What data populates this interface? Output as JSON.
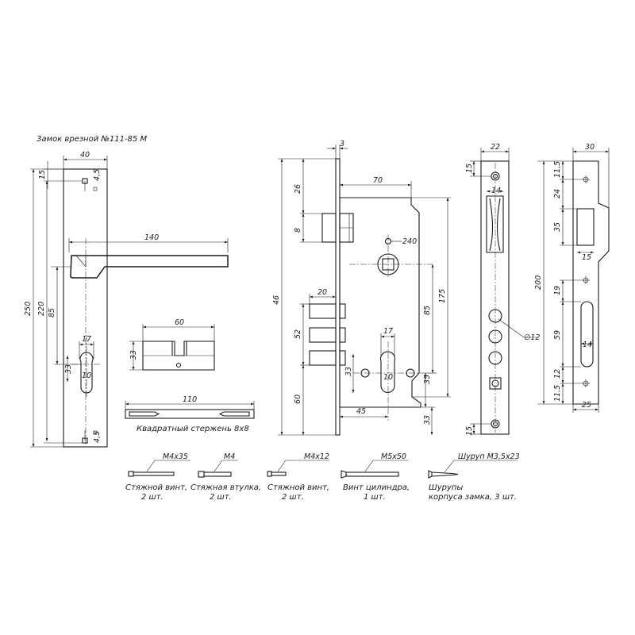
{
  "title": "Замок врезной №111-85 М",
  "handle_plate": {
    "dims": [
      "40",
      "15",
      "4,5",
      "140",
      "250",
      "220",
      "85",
      "17",
      "33",
      "10",
      "4,5"
    ]
  },
  "cylinder": {
    "dims": [
      "60",
      "33"
    ]
  },
  "square_bar": {
    "dim": "110",
    "caption": "Квадратный стержень 8х8"
  },
  "lock_body": {
    "dims": [
      "3",
      "70",
      "46",
      "26",
      "8",
      "240",
      "20",
      "52",
      "85",
      "175",
      "17",
      "33",
      "10",
      "35",
      "60",
      "45",
      "33"
    ]
  },
  "faceplate": {
    "dims": [
      "22",
      "15",
      "14",
      "∅12",
      "15"
    ]
  },
  "strike_plate": {
    "dims": [
      "30",
      "11,5",
      "24",
      "35",
      "15",
      "200",
      "19",
      "59",
      "14",
      "12",
      "11,5",
      "25"
    ]
  },
  "hardware": [
    {
      "spec": "M4x35",
      "caption": [
        "Стяжной винт,",
        "2 шт."
      ]
    },
    {
      "spec": "M4",
      "caption": [
        "Стяжная втулка,",
        "2 шт."
      ]
    },
    {
      "spec": "M4x12",
      "caption": [
        "Стяжной винт,",
        "2 шт."
      ]
    },
    {
      "spec": "M5x50",
      "caption": [
        "Винт цилиндра,",
        "1 шт."
      ]
    },
    {
      "spec": "Шуруп М3,5х23",
      "caption": [
        "Шурупы",
        "корпуса замка, 3 шт."
      ]
    }
  ]
}
